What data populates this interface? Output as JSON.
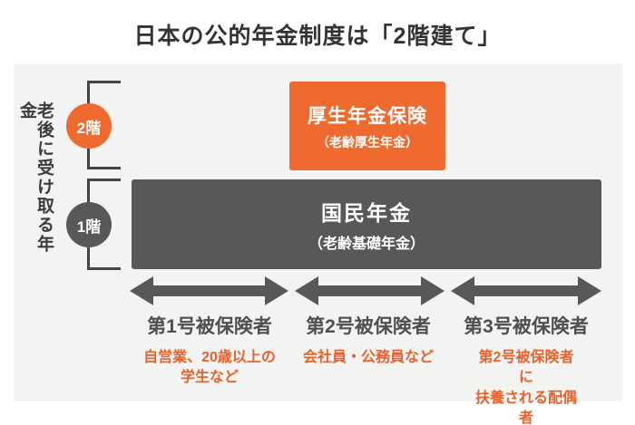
{
  "title": "日本の公的年金制度は「2階建て」",
  "side_label": "老後に受け取る年金",
  "floors": [
    {
      "badge": "2階",
      "box_title": "厚生年金保険",
      "box_subtitle": "（老齢厚生年金）"
    },
    {
      "badge": "1階",
      "box_title": "国民年金",
      "box_subtitle": "（老齢基礎年金）"
    }
  ],
  "categories": [
    {
      "label": "第1号被保険者",
      "description": "自営業、20歳以上の\n学生など"
    },
    {
      "label": "第2号被保険者",
      "description": "会社員・公務員など"
    },
    {
      "label": "第3号被保険者",
      "description": "第2号被保険者に\n扶養される配偶者"
    }
  ],
  "colors": {
    "accent_orange": "#ee6a2e",
    "dark_gray": "#595757",
    "panel_background": "#f3f3f1",
    "title_text": "#333333",
    "description_text": "#e7622b"
  }
}
